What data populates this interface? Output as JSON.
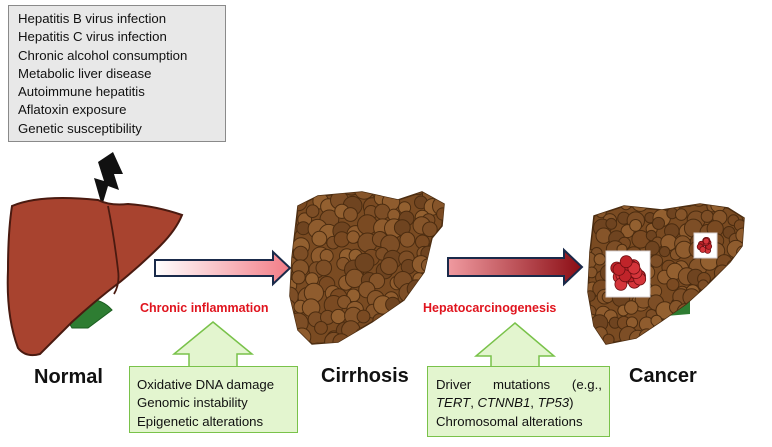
{
  "risk_factors": [
    "Hepatitis B virus infection",
    "Hepatitis C virus infection",
    "Chronic alcohol consumption",
    "Metabolic liver disease",
    "Autoimmune hepatitis",
    "Aflatoxin exposure",
    "Genetic susceptibility"
  ],
  "stages": {
    "normal": "Normal",
    "cirrhosis": "Cirrhosis",
    "cancer": "Cancer"
  },
  "processes": {
    "inflammation": "Chronic inflammation",
    "carcinogenesis": "Hepatocarcinogenesis"
  },
  "inflammation_factors": [
    "Oxidative DNA damage",
    "Genomic instability",
    "Epigenetic alterations"
  ],
  "carcinogenesis_factors": {
    "line1": [
      "Driver",
      "mutations",
      "(e.g.,"
    ],
    "genes": [
      "TERT",
      "CTNNB1",
      "TP53"
    ],
    "line3": "Chromosomal alterations"
  },
  "colors": {
    "liver": "#a8432f",
    "nodule": "#8b5a2b",
    "gallbladder": "#2e7d32",
    "label_red": "#e0141e",
    "green_fill": "#e3f5cf",
    "green_border": "#79c24a",
    "tumor": "#c0242a"
  }
}
